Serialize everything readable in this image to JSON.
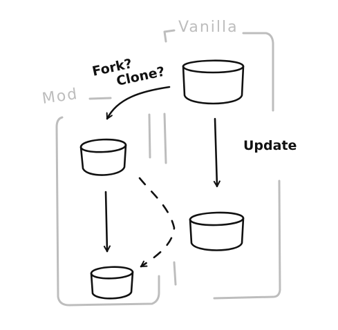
{
  "colors": {
    "ink": "#111111",
    "group_border": "#bdbdbd",
    "group_label": "#bdbdbd",
    "background": "#ffffff"
  },
  "groups": {
    "vanilla": {
      "label": "Vanilla"
    },
    "mod": {
      "label": "Mod"
    }
  },
  "edges": {
    "fork_clone": {
      "label_line1": "Fork?",
      "label_line2": "Clone?"
    },
    "update": {
      "label": "Update"
    }
  }
}
